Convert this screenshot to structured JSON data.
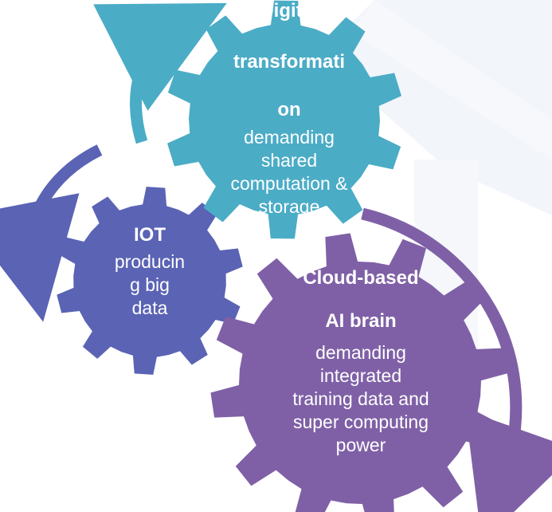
{
  "colors": {
    "digital": "#4BACC6",
    "iot": "#5A63B4",
    "ai": "#7F60A6",
    "watermark": "#E8EDF6"
  },
  "gears": {
    "digital": {
      "line1": "Digital",
      "line2": "transformati",
      "line3": "on",
      "body": [
        "demanding",
        "shared",
        "computation &",
        "storage"
      ]
    },
    "iot": {
      "title": "IOT",
      "body": [
        "producin",
        "g big",
        "data"
      ]
    },
    "ai": {
      "line1": "Cloud-based",
      "line2": "AI brain",
      "body": [
        "demanding",
        "integrated",
        "training data and",
        "super computing",
        "power"
      ]
    }
  }
}
